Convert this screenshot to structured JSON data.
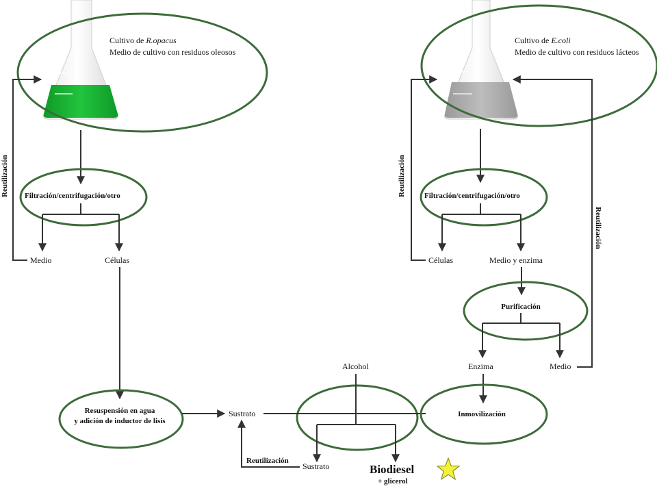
{
  "colors": {
    "ring": "#3d6b3a",
    "line": "#333333",
    "green_liquid": "#19b335",
    "grey_liquid": "#a9a9a9",
    "star": "#f2f23a"
  },
  "left_culture": {
    "line1_prefix": "Cultivo de ",
    "line1_organism": "R.opacus",
    "line2": "Medio de cultivo con residuos oleosos"
  },
  "right_culture": {
    "line1_prefix": "Cultivo de ",
    "line1_organism": "E.coli",
    "line2": "Medio de cultivo con residuos lácteos"
  },
  "left_filtration": "Filtración/centrifugación/otro",
  "right_filtration": "Filtración/centrifugación/otro",
  "left_medio": "Medio",
  "left_celulas": "Células",
  "right_celulas": "Células",
  "right_medio_enzima": "Medio y enzima",
  "purificacion": "Purificación",
  "enzima": "Enzima",
  "right_medio": "Medio",
  "resuspension_line1": "Resuspensión en agua",
  "resuspension_line2": "y adición de inductor de lisis",
  "sustrato_top": "Sustrato",
  "alcohol": "Alcohol",
  "inmovilizacion": "Inmovilización",
  "sustrato_bottom": "Sustrato",
  "reutilizacion_left": "Reutilización",
  "reutilizacion_mid": "Reutilización",
  "reutilizacion_right": "Reutilización",
  "reutilizacion_bottom": "Reutilización",
  "biodiesel": "Biodiesel",
  "glicerol": "+ glicerol",
  "icons": [
    "flask-green-icon",
    "flask-grey-icon",
    "star-icon"
  ]
}
